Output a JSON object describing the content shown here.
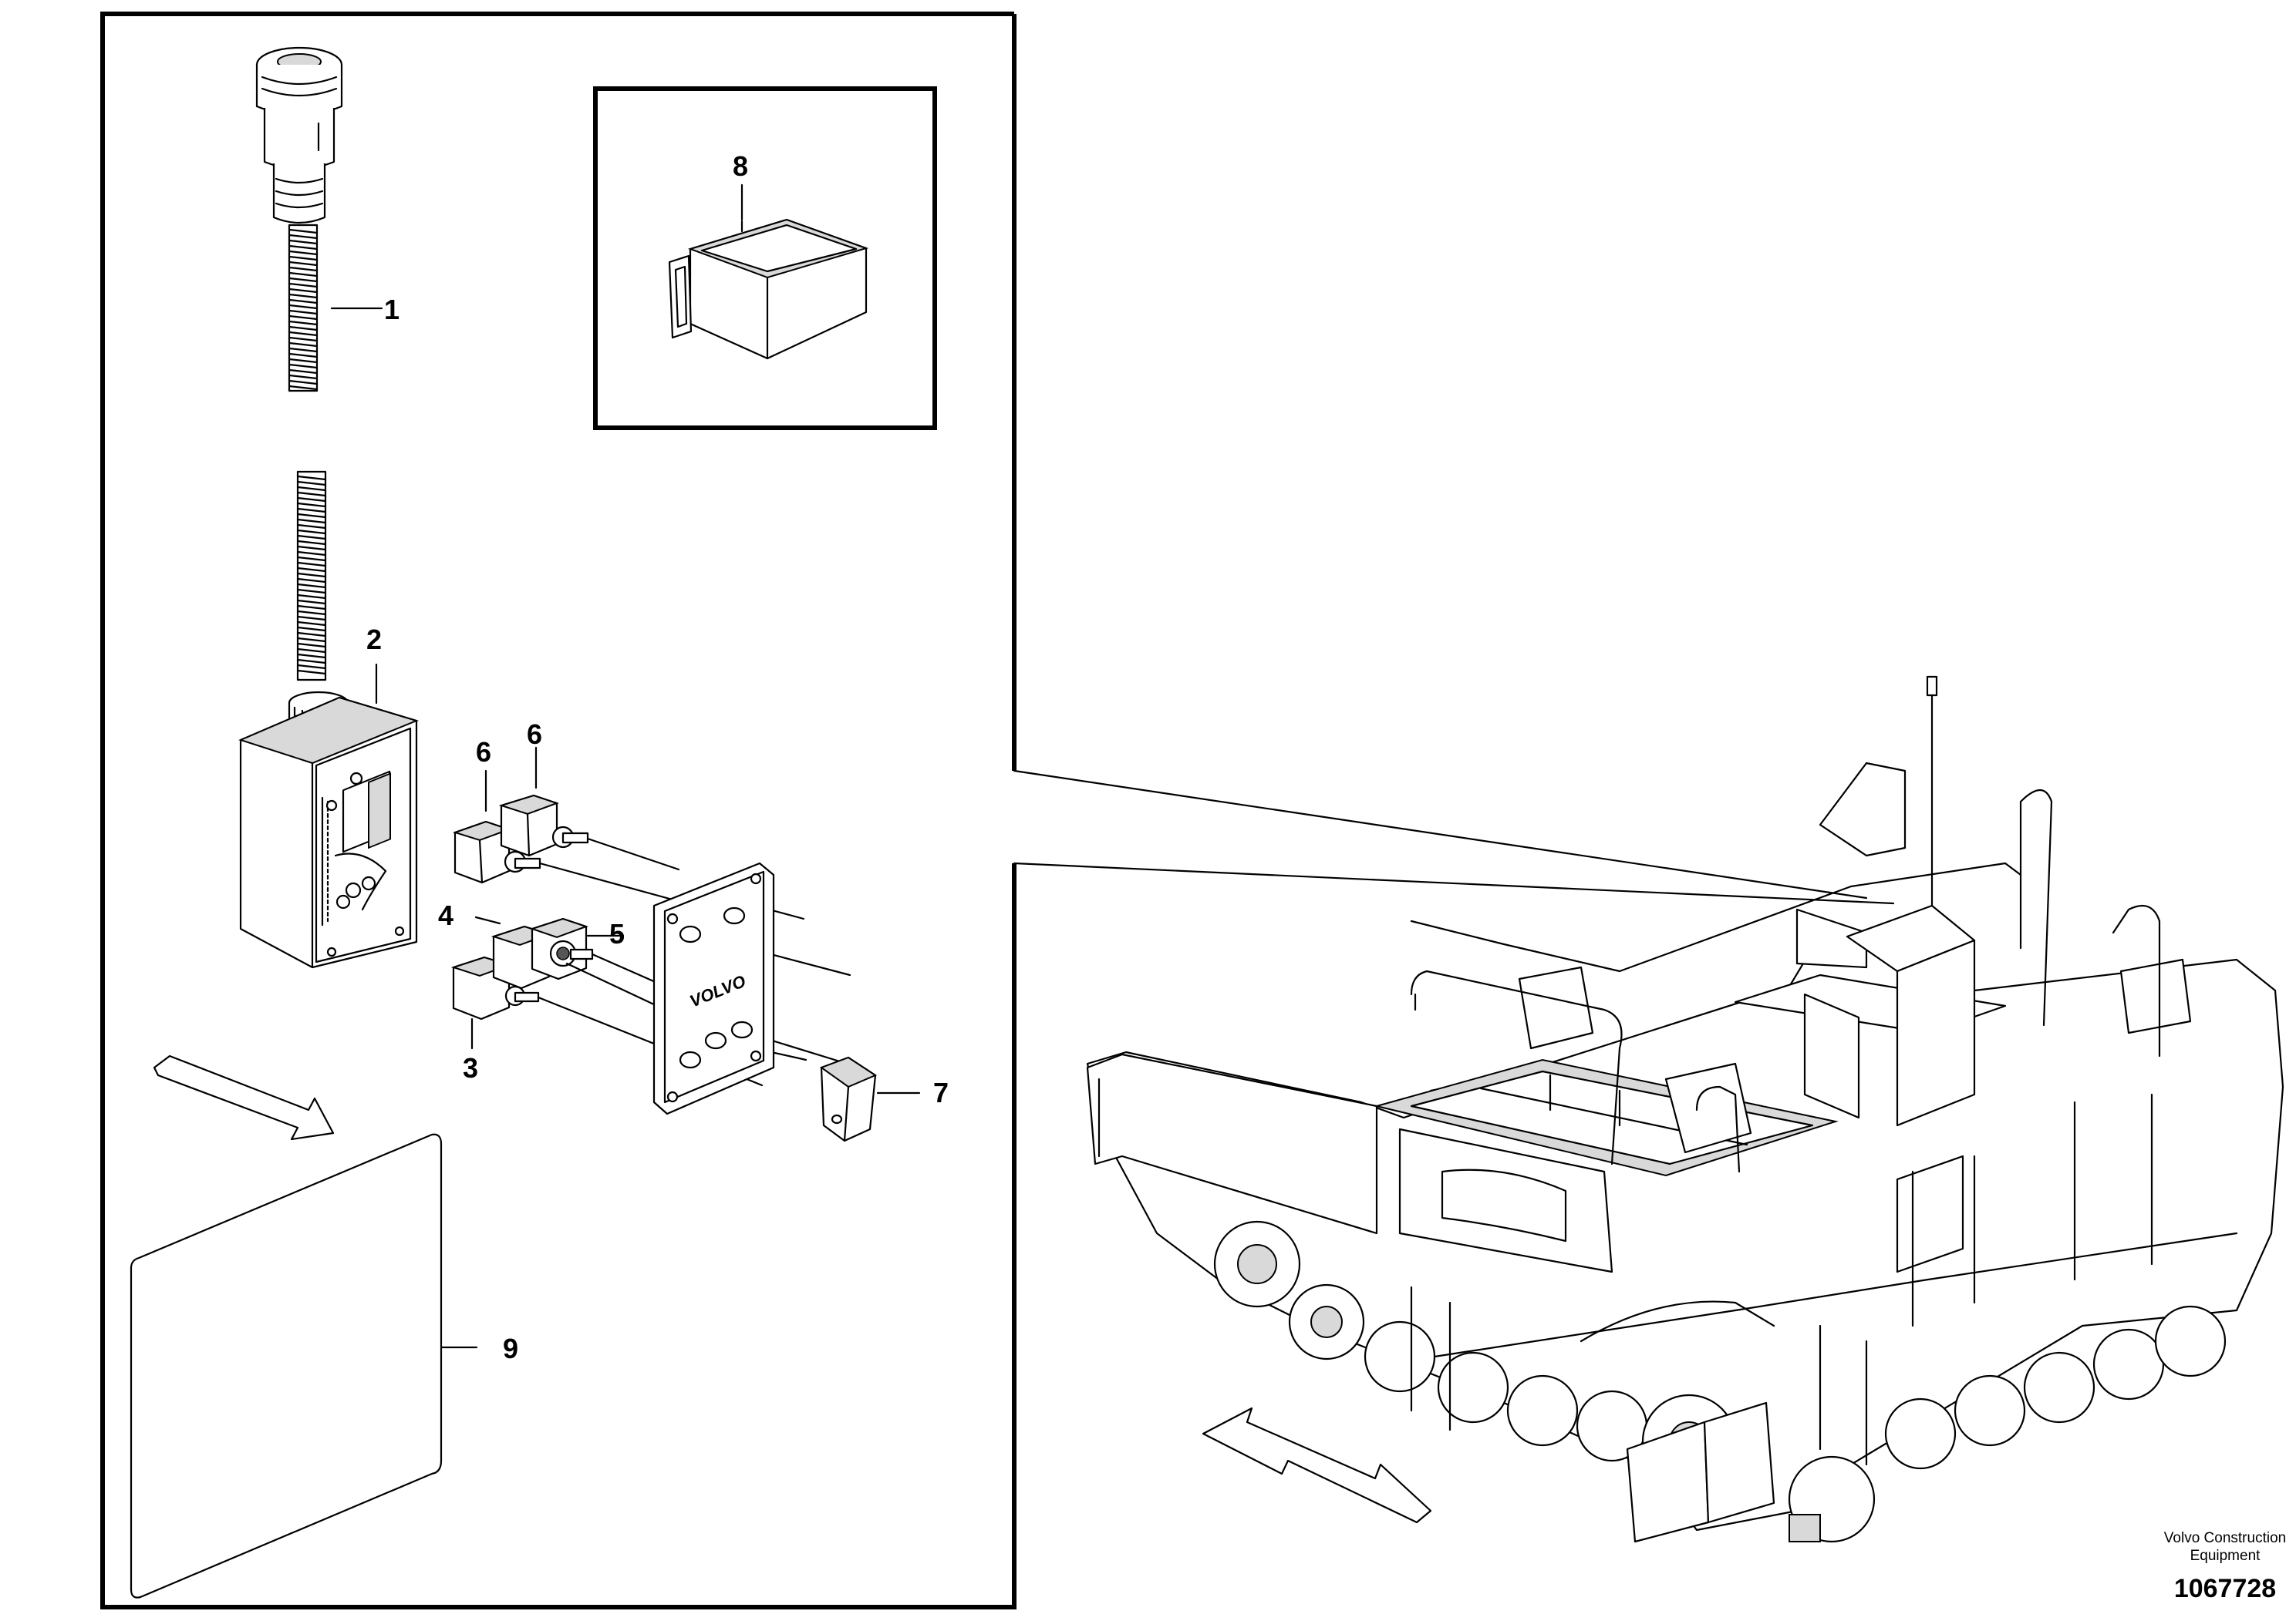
{
  "callouts": {
    "c1": "1",
    "c2": "2",
    "c3": "3",
    "c4": "4",
    "c5": "5",
    "c6a": "6",
    "c6b": "6",
    "c7": "7",
    "c8": "8",
    "c9": "9"
  },
  "control_panel": {
    "emboss_text": "VOLVO"
  },
  "footer": {
    "brand_line1": "Volvo Construction",
    "brand_line2": "Equipment",
    "drawing_number": "1067728"
  },
  "icons": {
    "direction_arrow": "direction-arrow-icon",
    "antenna": "antenna-icon"
  }
}
